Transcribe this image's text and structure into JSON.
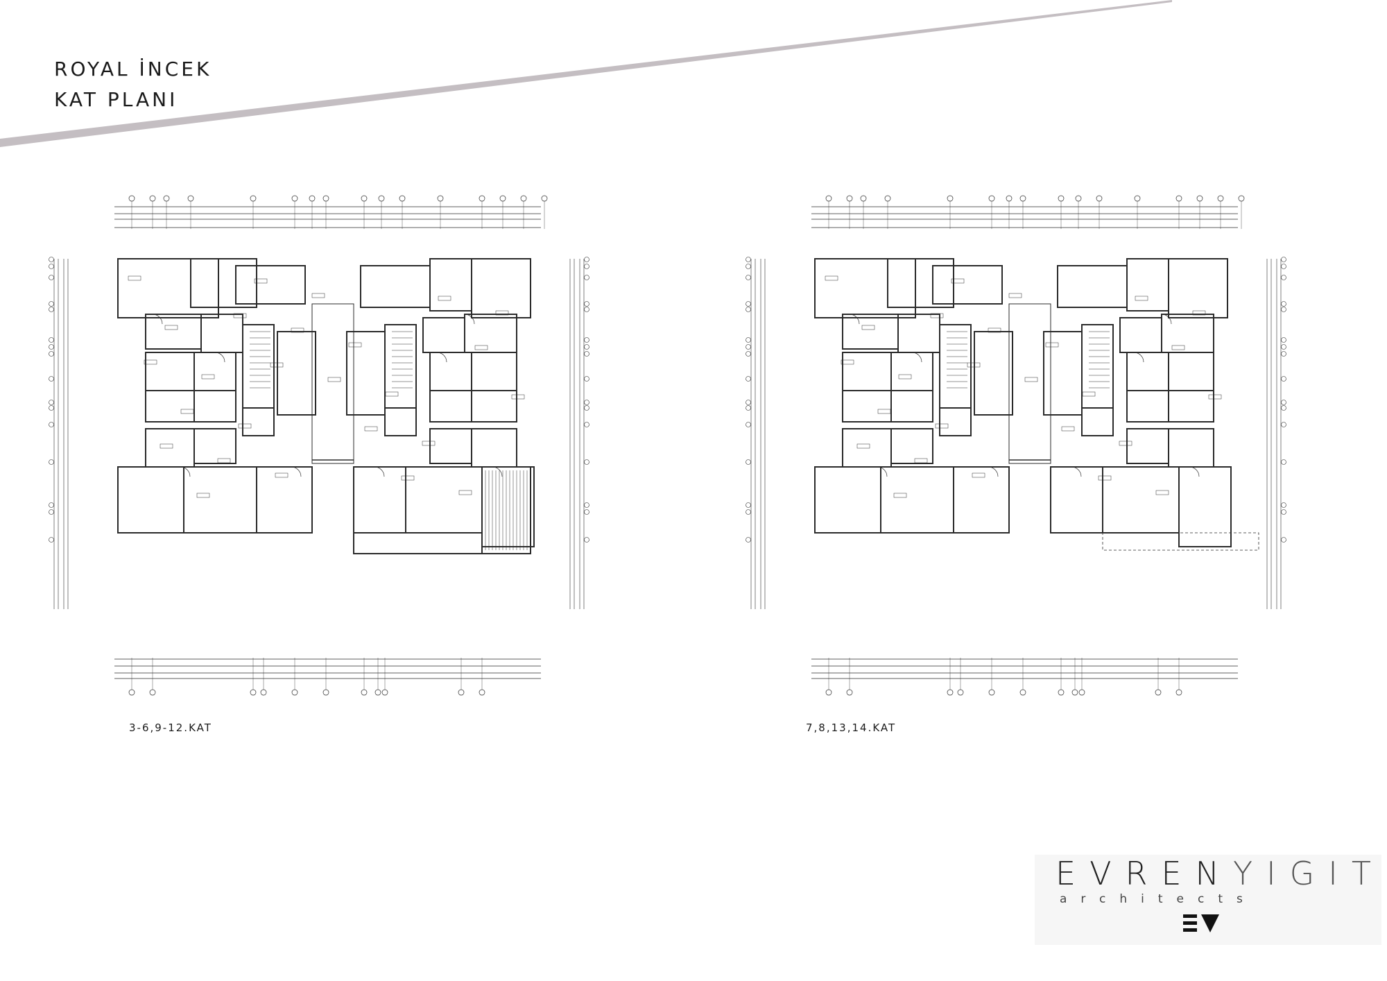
{
  "header": {
    "title_line1": "ROYAL İNCEK",
    "title_line2": "KAT PLANI"
  },
  "plans": [
    {
      "label": "3-6,9-12.KAT"
    },
    {
      "label": "7,8,13,14.KAT"
    }
  ],
  "logo": {
    "name_part1": "EVREN",
    "name_part2": "YIGIT",
    "subtitle": "architects"
  },
  "colors": {
    "diagonal_band": "#c4bec2",
    "linework": "#2a2a2a",
    "logo_bg": "#f6f6f6"
  }
}
